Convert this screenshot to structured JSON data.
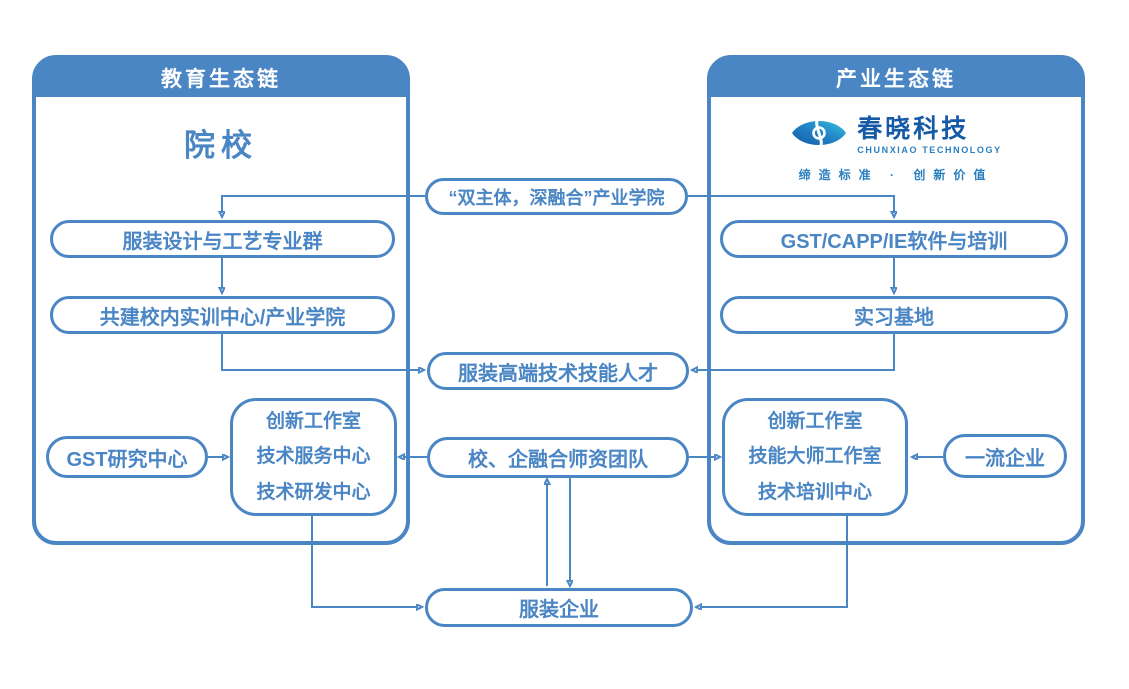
{
  "colors": {
    "primary": "#4a85c4",
    "logo_navy": "#1659a6",
    "logo_blue": "#2a7fc0",
    "logo_cyan": "#35c0e0"
  },
  "left_panel": {
    "header": "教育生态链",
    "title": "院校",
    "major_group": "服装设计与工艺专业群",
    "training_center": "共建校内实训中心/产业学院",
    "gst_research": "GST研究中心",
    "centers": [
      "创新工作室",
      "技术服务中心",
      "技术研发中心"
    ]
  },
  "right_panel": {
    "header": "产业生态链",
    "logo": {
      "name_cn": "春晓科技",
      "name_en": "CHUNXIAO TECHNOLOGY",
      "tagline": "缔造标准 · 创新价值"
    },
    "software_training": "GST/CAPP/IE软件与培训",
    "internship_base": "实习基地",
    "centers": [
      "创新工作室",
      "技能大师工作室",
      "技术培训中心"
    ],
    "top_enterprise": "一流企业"
  },
  "middle": {
    "industry_college": "“双主体，深融合”产业学院",
    "talent": "服装高端技术技能人才",
    "faculty_team": "校、企融合师资团队",
    "garment_enterprise": "服装企业"
  }
}
